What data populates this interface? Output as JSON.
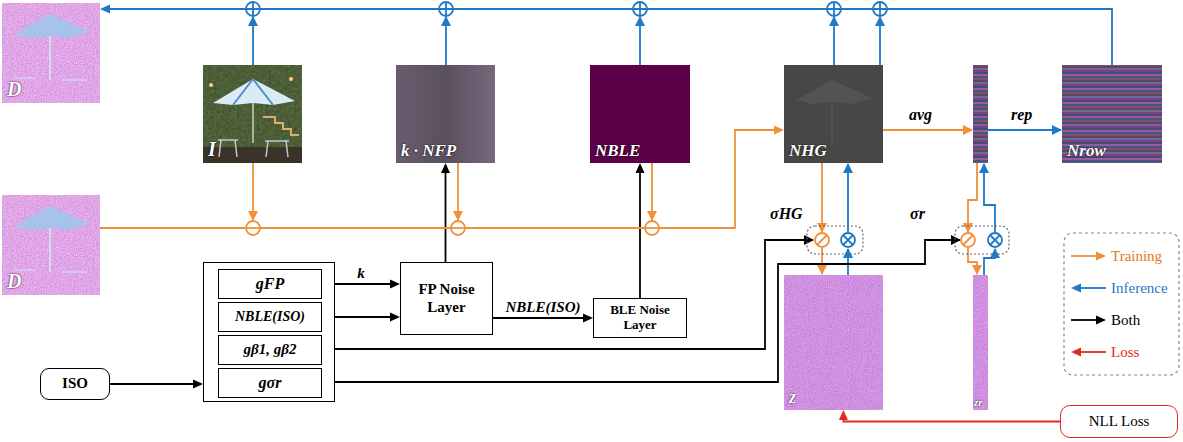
{
  "diagram": {
    "nodes": [
      {
        "text": [
          "D"
        ]
      },
      {
        "text": [
          "I"
        ]
      },
      {
        "text": [
          "k · NFP"
        ]
      },
      {
        "text": [
          "NBLE"
        ]
      },
      {
        "text": [
          "NHG"
        ]
      },
      {
        "text": [
          "Nrow"
        ]
      },
      {
        "text": [
          "D"
        ]
      },
      {
        "text": []
      },
      {
        "text": [
          "gFP"
        ],
        "in": 7
      },
      {
        "text": [
          "NBLE(ISO)"
        ],
        "in": 7
      },
      {
        "text": [
          "gβ1, gβ2"
        ],
        "in": 7
      },
      {
        "text": [
          "gσr"
        ],
        "in": 7
      },
      {
        "text": [
          "FP Noise Layer"
        ]
      },
      {
        "text": [
          "BLE Noise Layer"
        ]
      },
      {
        "text": [
          "ISO"
        ]
      },
      {
        "text": [
          "z"
        ]
      },
      {
        "text": [
          "zr"
        ]
      },
      {
        "text": [
          "NLL Loss"
        ]
      }
    ],
    "edges": [
      {
        "from": 8,
        "to": 12,
        "arrow": "to",
        "label": "k"
      },
      {
        "from": 9,
        "to": 12,
        "arrow": "to"
      },
      {
        "from": 12,
        "to": 13,
        "arrow": "to",
        "label": "NBLE(ISO)"
      },
      {
        "from": 12,
        "to": 2,
        "arrow": "to"
      },
      {
        "from": 13,
        "to": 3,
        "arrow": "to"
      },
      {
        "from": 14,
        "to": 7,
        "arrow": "to"
      },
      {
        "from": 17,
        "to": 15,
        "arrow": "to"
      },
      {
        "from": 5,
        "to": 0,
        "arrow": "to"
      },
      {
        "from": 6,
        "to": 4,
        "arrow": "to"
      }
    ],
    "labels": [
      "avg",
      "rep",
      "σHG",
      "σr"
    ],
    "legend": [
      {
        "text": "Training"
      },
      {
        "text": "Inference"
      },
      {
        "text": "Both"
      },
      {
        "text": "Loss"
      }
    ]
  }
}
